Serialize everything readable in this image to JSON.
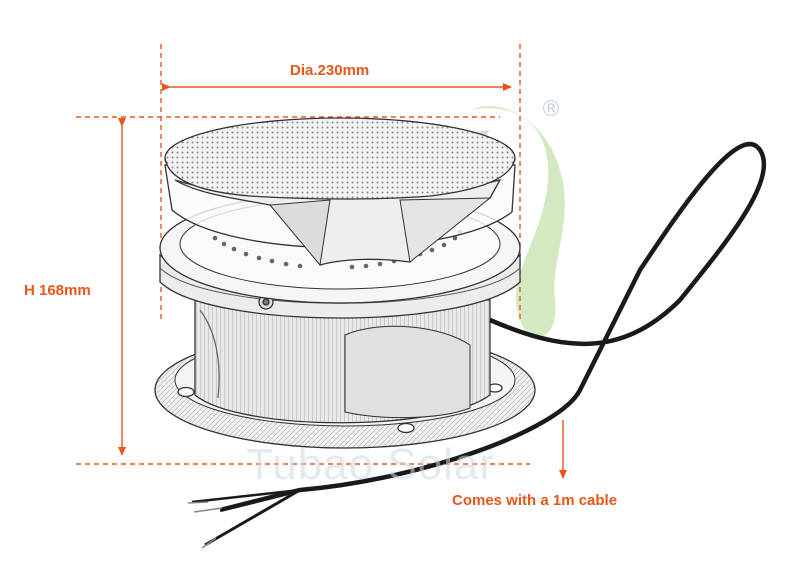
{
  "dimensions": {
    "diameter_label": "Dia.230mm",
    "height_label": "H 168mm",
    "cable_label": "Comes with a 1m cable"
  },
  "watermark": {
    "text": "Tubao Solar",
    "registered_mark": "®"
  },
  "colors": {
    "dimension_accent": "#e8561c",
    "drawing_line": "#333333",
    "watermark_green": "#b9dc9c",
    "watermark_blue": "#aec2d8"
  },
  "icons": [
    "tubao-solar-logo-watermark",
    "lamp-illustration"
  ]
}
